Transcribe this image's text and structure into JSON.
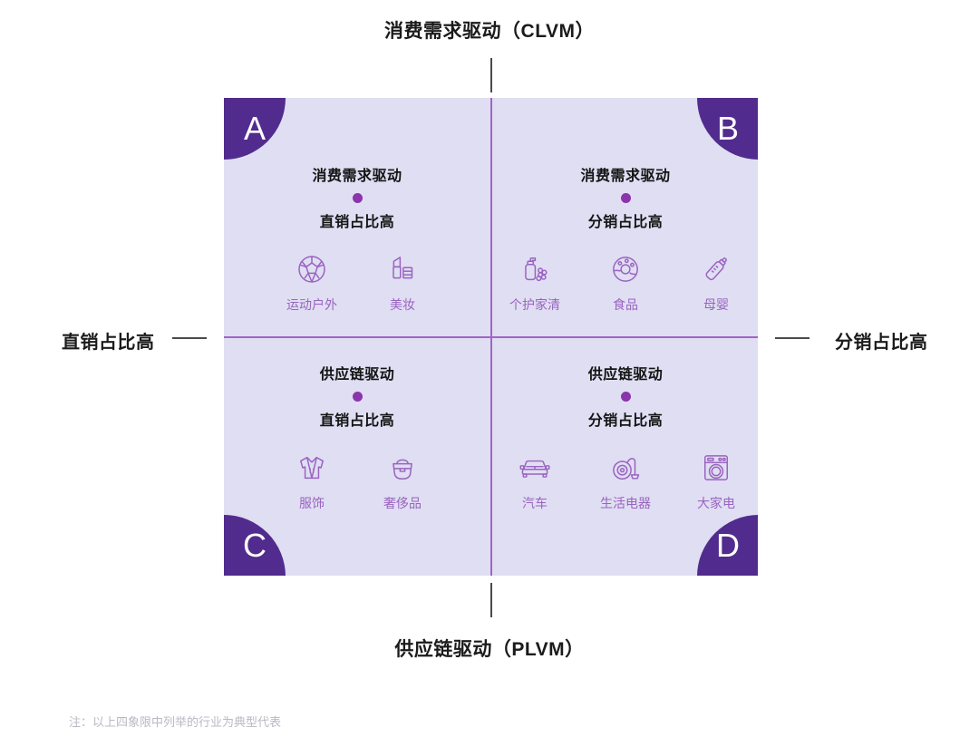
{
  "axes": {
    "top_label": "消费需求驱动（CLVM）",
    "bottom_label": "供应链驱动（PLVM）",
    "left_label": "直销占比高",
    "right_label": "分销占比高"
  },
  "footnote": "注：以上四象限中列举的行业为典型代表",
  "colors": {
    "panel_background": "#dfdef2",
    "badge_fill": "#522b8e",
    "divider": "#a264c4",
    "icon_purple": "#9a63c0",
    "dot_purple": "#8b34ad",
    "heading_text": "#141414",
    "footnote_text": "#b9b9c4"
  },
  "quadrants": [
    {
      "badge": "A",
      "heading": "消费需求驱动",
      "subheading": "直销占比高",
      "items": [
        {
          "label": "运动户外",
          "icon": "soccer-ball-icon"
        },
        {
          "label": "美妆",
          "icon": "lipstick-icon"
        }
      ]
    },
    {
      "badge": "B",
      "heading": "消费需求驱动",
      "subheading": "分销占比高",
      "items": [
        {
          "label": "个护家清",
          "icon": "soap-dispenser-icon"
        },
        {
          "label": "食品",
          "icon": "donut-icon"
        },
        {
          "label": "母婴",
          "icon": "baby-bottle-icon"
        }
      ]
    },
    {
      "badge": "C",
      "heading": "供应链驱动",
      "subheading": "直销占比高",
      "items": [
        {
          "label": "服饰",
          "icon": "jacket-icon"
        },
        {
          "label": "奢侈品",
          "icon": "handbag-icon"
        }
      ]
    },
    {
      "badge": "D",
      "heading": "供应链驱动",
      "subheading": "分销占比高",
      "items": [
        {
          "label": "汽车",
          "icon": "car-icon"
        },
        {
          "label": "生活电器",
          "icon": "vacuum-cleaner-icon"
        },
        {
          "label": "大家电",
          "icon": "washing-machine-icon"
        }
      ]
    }
  ]
}
